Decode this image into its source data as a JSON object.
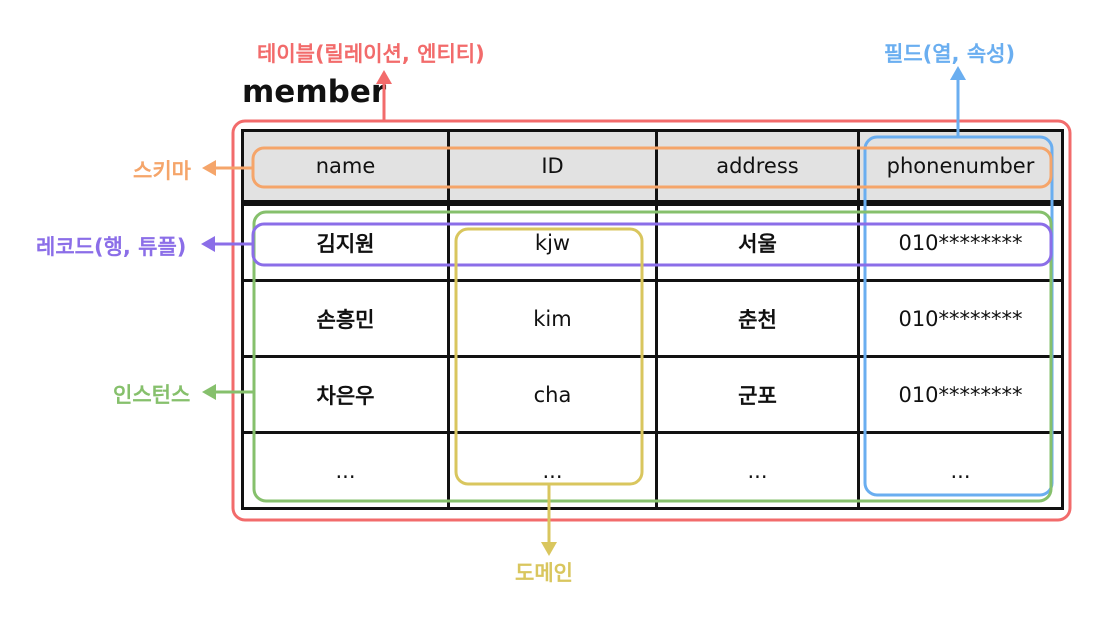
{
  "table_name": "member",
  "labels": {
    "table": "테이블(릴레이션, 엔티티)",
    "field": "필드(열, 속성)",
    "schema": "스키마",
    "record": "레코드(행, 튜플)",
    "instance": "인스턴스",
    "domain": "도메인"
  },
  "columns": [
    "name",
    "ID",
    "address",
    "phonenumber"
  ],
  "rows": [
    [
      "김지원",
      "kjw",
      "서울",
      "010********"
    ],
    [
      "손흥민",
      "kim",
      "춘천",
      "010********"
    ],
    [
      "차은우",
      "cha",
      "군포",
      "010********"
    ],
    [
      "...",
      "...",
      "...",
      "..."
    ]
  ],
  "colors": {
    "table": "#f26b6b",
    "field": "#6aaef0",
    "schema": "#f5a56a",
    "record": "#8b6ee8",
    "instance": "#86c06c",
    "domain": "#d9c65e"
  }
}
